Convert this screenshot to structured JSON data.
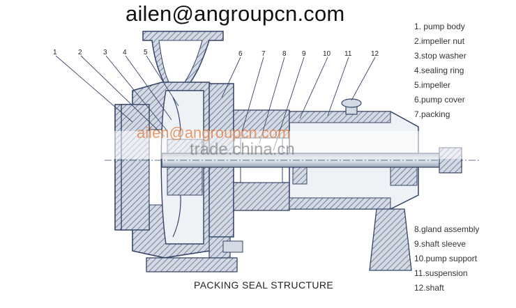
{
  "header": {
    "email": "ailen@angroupcn.com"
  },
  "caption": "PACKING SEAL STRUCTURE",
  "callouts": [
    "1",
    "2",
    "3",
    "4",
    "5",
    "6",
    "7",
    "8",
    "9",
    "10",
    "11",
    "12"
  ],
  "legend_top": [
    "1. pump body",
    "2.impeller nut",
    "3.stop washer",
    "4.sealing ring",
    "5.impeller",
    "6.pump cover",
    "7.packing"
  ],
  "legend_bottom": [
    "8.gland assembly",
    "9.shaft sleeve",
    "10.pump support",
    "11.suspension",
    "12.shaft"
  ],
  "watermarks": {
    "email": "ailen@angroupcn.com",
    "site": "trade.china.cn"
  },
  "colors": {
    "metal_fill": "#c8d0dc",
    "line": "#334466",
    "hatch": "#4a5a7a",
    "watermark_red": "#e07a3a"
  }
}
